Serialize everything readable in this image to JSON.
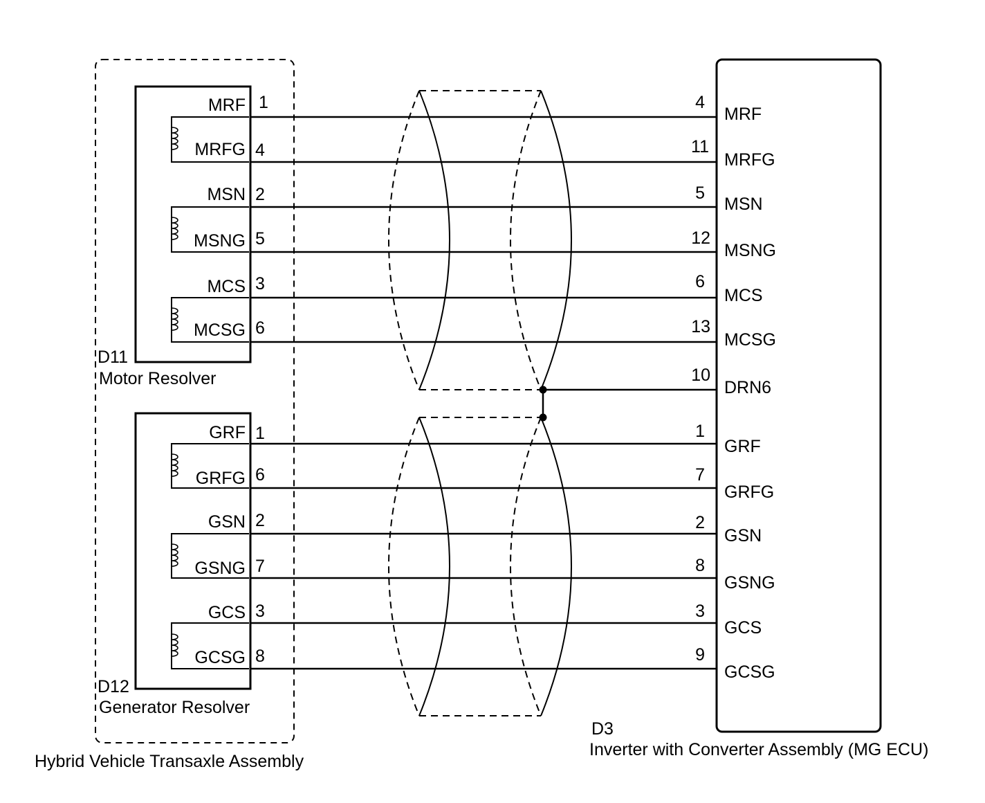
{
  "assembly_left": {
    "title": "Hybrid Vehicle Transaxle Assembly"
  },
  "components": [
    {
      "code": "D11",
      "name": "Motor Resolver",
      "pins": [
        {
          "label": "MRF",
          "pin": "1"
        },
        {
          "label": "MRFG",
          "pin": "4"
        },
        {
          "label": "MSN",
          "pin": "2"
        },
        {
          "label": "MSNG",
          "pin": "5"
        },
        {
          "label": "MCS",
          "pin": "3"
        },
        {
          "label": "MCSG",
          "pin": "6"
        }
      ]
    },
    {
      "code": "D12",
      "name": "Generator Resolver",
      "pins": [
        {
          "label": "GRF",
          "pin": "1"
        },
        {
          "label": "GRFG",
          "pin": "6"
        },
        {
          "label": "GSN",
          "pin": "2"
        },
        {
          "label": "GSNG",
          "pin": "7"
        },
        {
          "label": "GCS",
          "pin": "3"
        },
        {
          "label": "GCSG",
          "pin": "8"
        }
      ]
    }
  ],
  "ecu": {
    "code": "D3",
    "name": "Inverter with Converter Assembly (MG ECU)",
    "pins": [
      {
        "label": "MRF",
        "pin": "4"
      },
      {
        "label": "MRFG",
        "pin": "11"
      },
      {
        "label": "MSN",
        "pin": "5"
      },
      {
        "label": "MSNG",
        "pin": "12"
      },
      {
        "label": "MCS",
        "pin": "6"
      },
      {
        "label": "MCSG",
        "pin": "13"
      },
      {
        "label": "DRN6",
        "pin": "10"
      },
      {
        "label": "GRF",
        "pin": "1"
      },
      {
        "label": "GRFG",
        "pin": "7"
      },
      {
        "label": "GSN",
        "pin": "2"
      },
      {
        "label": "GSNG",
        "pin": "8"
      },
      {
        "label": "GCS",
        "pin": "3"
      },
      {
        "label": "GCSG",
        "pin": "9"
      }
    ]
  }
}
